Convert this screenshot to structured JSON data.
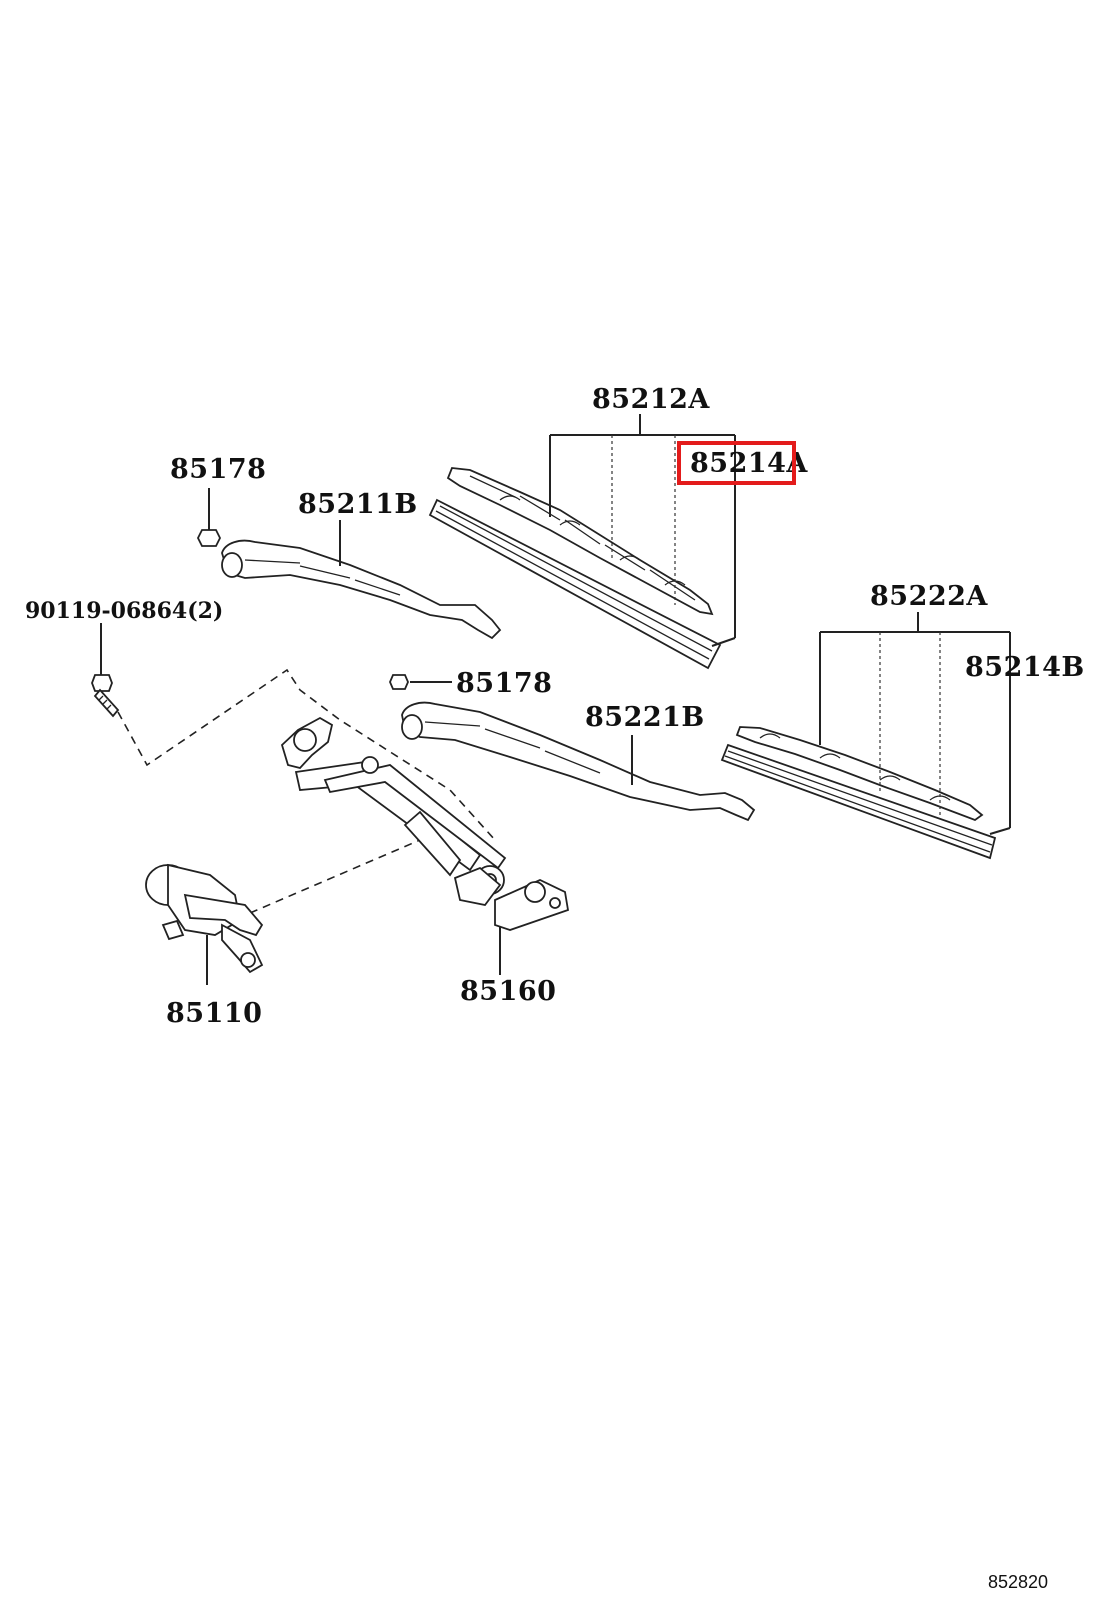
{
  "diagram": {
    "diagram_code": "852820",
    "highlight_color": "#e31b1b",
    "highlighted_part": "85214A",
    "parts": [
      {
        "key": "p85212A",
        "label": "85212A"
      },
      {
        "key": "p85214A",
        "label": "85214A"
      },
      {
        "key": "p85178a",
        "label": "85178"
      },
      {
        "key": "p85211B",
        "label": "85211B"
      },
      {
        "key": "p90119",
        "label": "90119-06864(2)"
      },
      {
        "key": "p85178b",
        "label": "85178"
      },
      {
        "key": "p85222A",
        "label": "85222A"
      },
      {
        "key": "p85214B",
        "label": "85214B"
      },
      {
        "key": "p85221B",
        "label": "85221B"
      },
      {
        "key": "p85160",
        "label": "85160"
      },
      {
        "key": "p85110",
        "label": "85110"
      }
    ]
  }
}
